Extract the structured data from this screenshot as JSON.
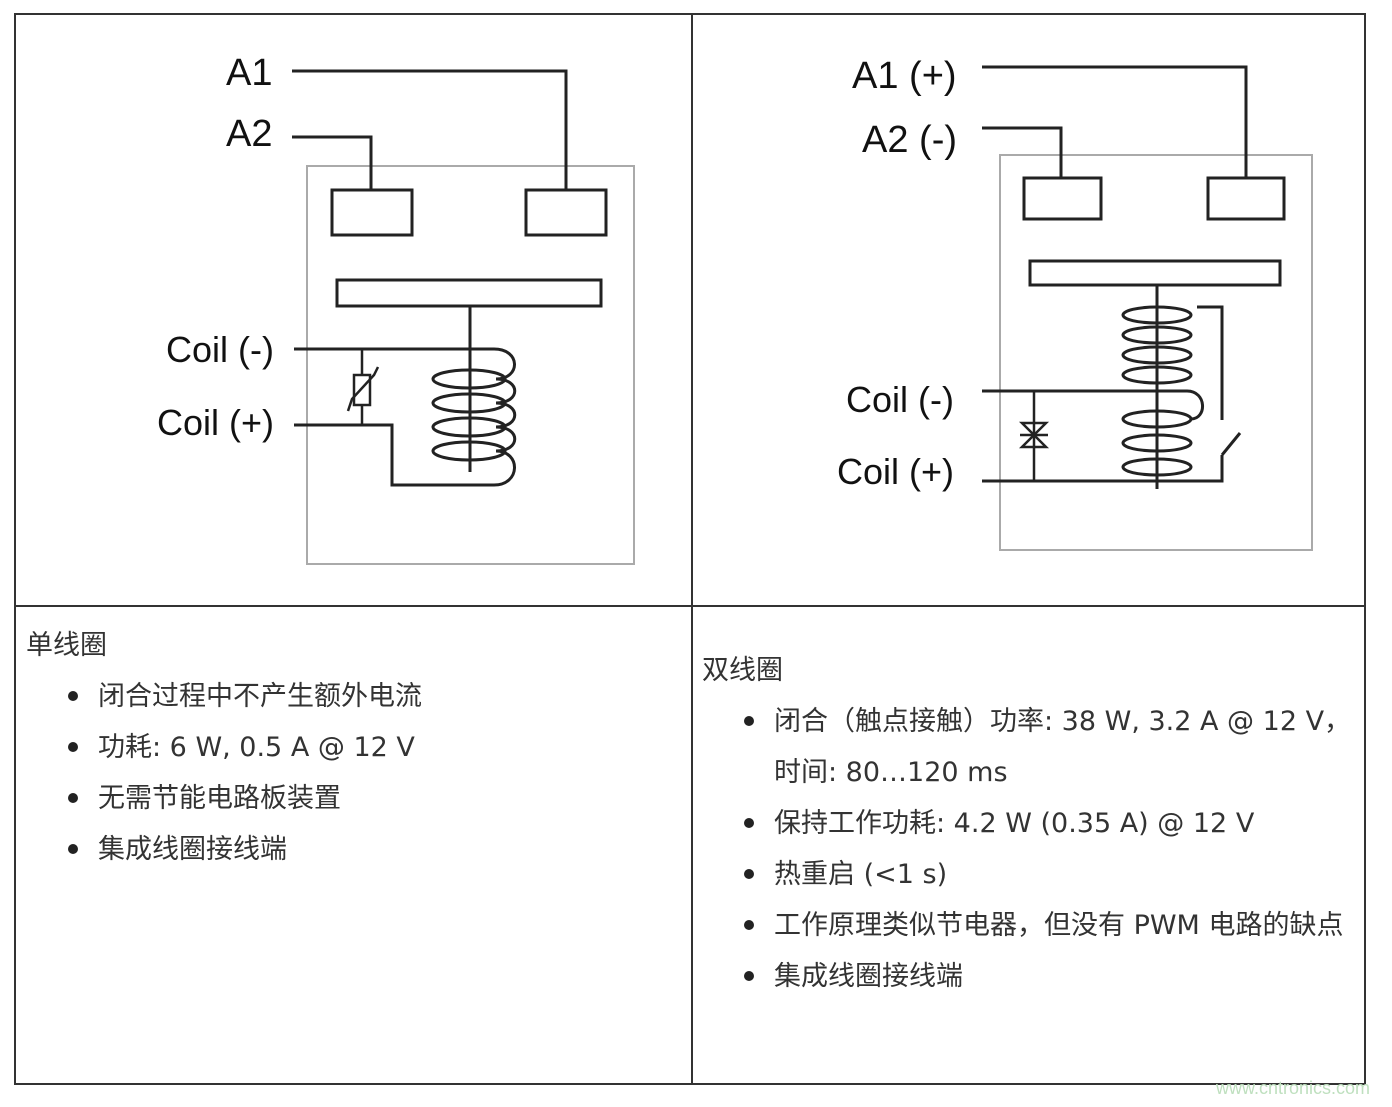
{
  "left_diagram": {
    "labels": {
      "a1": "A1",
      "a2": "A2",
      "coil_minus": "Coil (-)",
      "coil_plus": "Coil (+)"
    }
  },
  "right_diagram": {
    "labels": {
      "a1": "A1 (+)",
      "a2": "A2 (-)",
      "coil_minus": "Coil (-)",
      "coil_plus": "Coil (+)"
    }
  },
  "single_coil": {
    "title": "单线圈",
    "items": [
      "闭合过程中不产生额外电流",
      "功耗: 6 W, 0.5 A @ 12 V",
      "无需节能电路板装置",
      "集成线圈接线端"
    ]
  },
  "double_coil": {
    "title": "双线圈",
    "items": [
      "闭合（触点接触）功率: 38 W, 3.2 A @ 12 V，时间: 80…120 ms",
      "保持工作功耗: 4.2 W (0.35 A) @ 12 V",
      "热重启 (<1 s)",
      "工作原理类似节电器，但没有 PWM 电路的缺点",
      "集成线圈接线端"
    ]
  },
  "watermark": "www.cntronics.com"
}
